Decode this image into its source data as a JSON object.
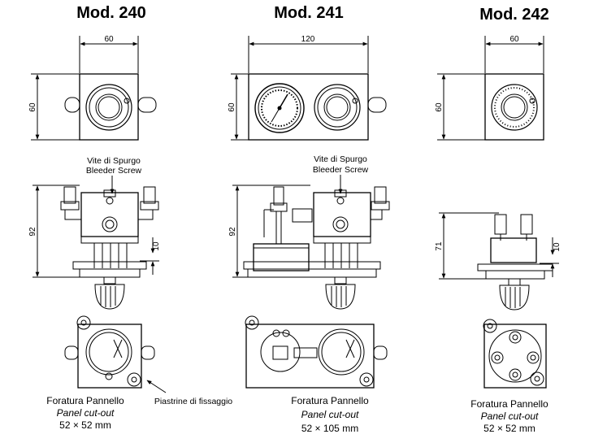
{
  "models": [
    {
      "title": "Mod. 240",
      "dim_width": "60",
      "dim_height_front": "60",
      "dim_height_side": "92",
      "dim_small": "10",
      "bleeder_line1": "Vite di Spurgo",
      "bleeder_line2": "Bleeder Screw",
      "cutout_line1": "Foratura Pannello",
      "cutout_line2": "Panel cut-out",
      "cutout_size": "52 × 52 mm",
      "plate_label": "Piastrine di fissaggio"
    },
    {
      "title": "Mod. 241",
      "dim_width": "120",
      "dim_height_front": "60",
      "dim_height_side": "92",
      "bleeder_line1": "Vite di Spurgo",
      "bleeder_line2": "Bleeder Screw",
      "cutout_line1": "Foratura Pannello",
      "cutout_line2": "Panel cut-out",
      "cutout_size": "52 × 105 mm"
    },
    {
      "title": "Mod. 242",
      "dim_width": "60",
      "dim_height_front": "60",
      "dim_height_side": "71",
      "dim_small": "10",
      "cutout_line1": "Foratura Pannello",
      "cutout_line2": "Panel cut-out",
      "cutout_size": "52 × 52 mm"
    }
  ]
}
